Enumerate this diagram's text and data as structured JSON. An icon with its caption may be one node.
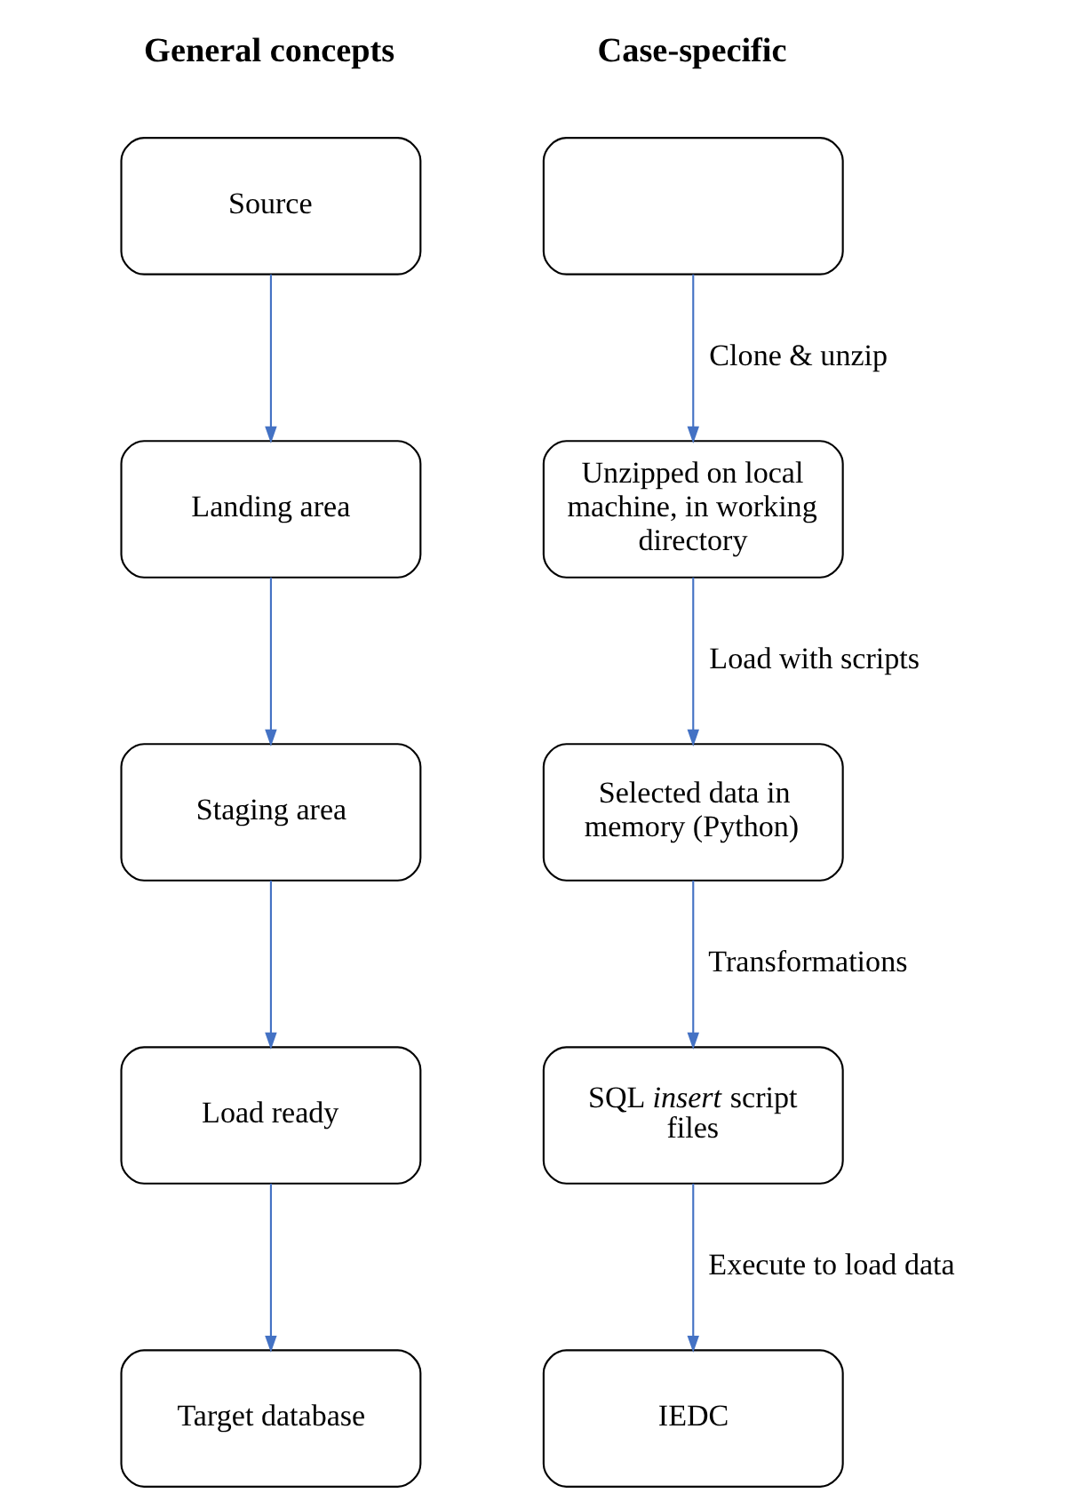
{
  "diagram": {
    "nodes": [
      {
        "text": [
          "Source"
        ]
      },
      {
        "text": [
          "Landing area"
        ]
      },
      {
        "text": [
          "Staging area"
        ]
      },
      {
        "text": [
          "Load ready"
        ]
      },
      {
        "text": [
          "Target database"
        ]
      },
      {
        "text": [],
        "shape": "box"
      },
      {
        "text": [
          "Unzipped on local machine, in working directory"
        ]
      },
      {
        "text": [
          "Selected data in memory (Python)"
        ]
      },
      {
        "text": [
          "SQL *insert* script files"
        ]
      },
      {
        "text": [
          "IEDC"
        ]
      }
    ],
    "edges": [
      {
        "from": 0,
        "to": 1,
        "arrow": "to"
      },
      {
        "from": 1,
        "to": 2,
        "arrow": "to"
      },
      {
        "from": 2,
        "to": 3,
        "arrow": "to"
      },
      {
        "from": 3,
        "to": 4,
        "arrow": "to"
      },
      {
        "from": 5,
        "to": 6,
        "arrow": "to",
        "label": "Clone & unzip"
      },
      {
        "from": 6,
        "to": 7,
        "arrow": "to",
        "label": "Load with scripts"
      },
      {
        "from": 7,
        "to": 8,
        "arrow": "to",
        "label": "Transformations"
      },
      {
        "from": 8,
        "to": 9,
        "arrow": "to",
        "label": "Execute to load data"
      }
    ],
    "labels": [
      "General concepts",
      "Case-specific"
    ]
  }
}
